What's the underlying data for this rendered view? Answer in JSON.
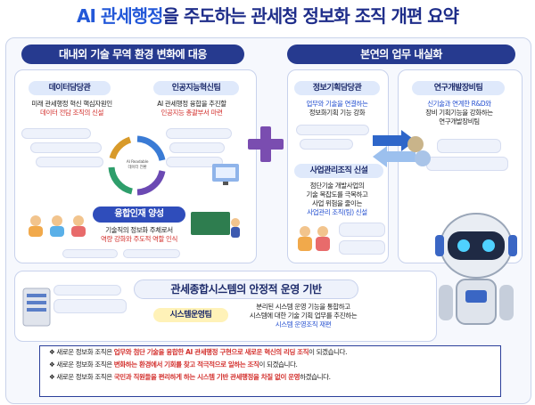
{
  "title": {
    "hl": "AI 관세행정",
    "rest": "을 주도하는 관세청 정보화 조직 개편 요약"
  },
  "left_header": "대내외 기술 무역 환경 변화에 대응",
  "right_header": "본연의 업무 내실화",
  "data_office": {
    "name": "데이터담당관",
    "line1": "미래 관세행정 혁신 핵심자원인",
    "line2": "데이터 전담 조직의 신설"
  },
  "ai_center": {
    "name": "인공지능혁신팀",
    "line1": "AI 관세행정 융합을 추진할",
    "line2": "인공지능 총괄부서 마련"
  },
  "cycle_center": "AI Readable\n데이터 전환",
  "talent": {
    "name": "융합인재 양성",
    "line1": "기술직의 정보화 주체로서",
    "line2": "역량 강화와 주도적 역할 인식"
  },
  "info_plan": {
    "name": "정보기획담당관",
    "line1": "업무와 기술을 연결하는",
    "line2": "정보화기획 기능 강화"
  },
  "biz_mgmt": {
    "name": "사업관리조직 신설",
    "line1": "첨단기술 개발사업의",
    "line2": "기술 복잡도를 극복하고",
    "line3": "사업 위험을 줄이는",
    "line4": "사업관리 조직(팀) 신설"
  },
  "rnd": {
    "name": "연구개발장비팀",
    "line1": "신기술과 연계한 R&D와",
    "line2": "장비 기획기능을 강화하는",
    "line3": "연구개발장비팀"
  },
  "system": {
    "header": "관세종합시스템의 안정적 운영 기반",
    "name": "시스템운영팀",
    "line1": "분리된 시스템 운영 기능을 통합하고",
    "line2": "시스템에 대한 기술 기획 업무를 추진하는",
    "line3": "시스템 운영조직 재편"
  },
  "bullets": [
    {
      "a": "새로운 정보화 조직은 ",
      "r": "업무와 첨단 기술을 융합한 AI 관세행정 구현으로 새로운 혁신의 리딩 조직",
      "b": "이 되겠습니다."
    },
    {
      "a": "새로운 정보화 조직은 ",
      "r": "변화하는 환경에서 기회를 찾고 적극적으로 일하는 조직",
      "b": "이 되겠습니다."
    },
    {
      "a": "새로운 정보화 조직은 ",
      "r": "국민과 직원들을 편리하게 하는 시스템 기반 관세행정을 차질 없이 운영",
      "b": "하겠습니다."
    }
  ]
}
